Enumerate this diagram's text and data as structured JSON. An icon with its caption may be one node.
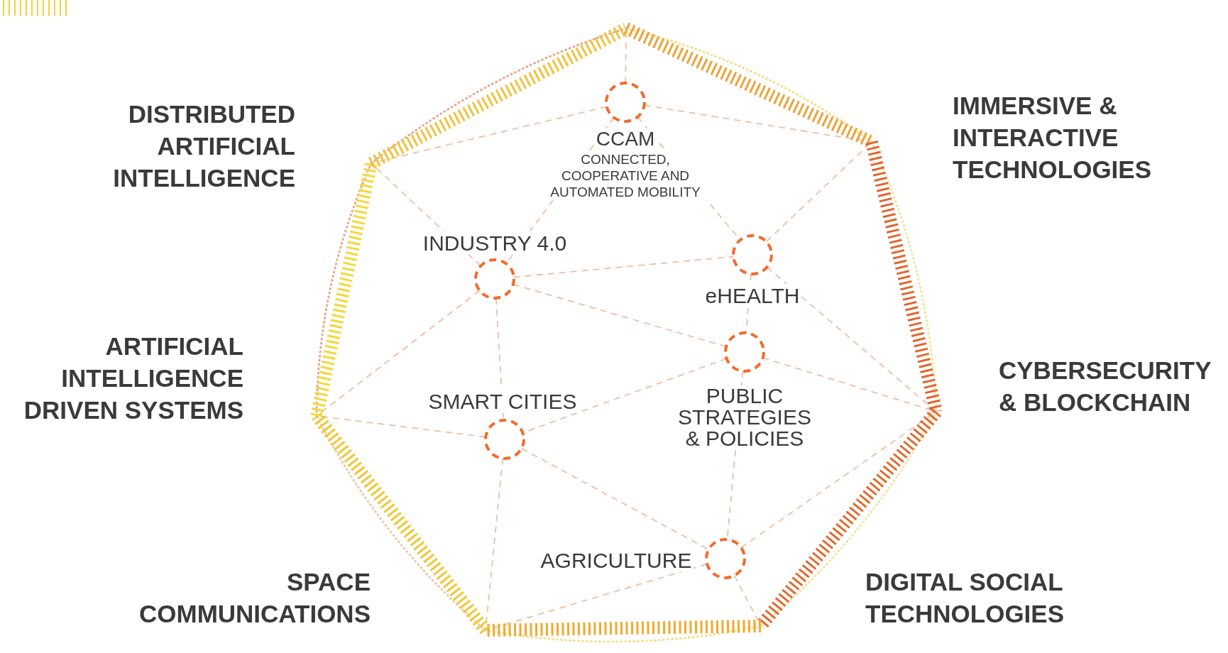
{
  "diagram": {
    "nodes": [
      {
        "text": [],
        "shape": "heptagon"
      },
      {
        "text": [
          "CCAM",
          "CONNECTED, COOPERATIVE AND AUTOMATED MOBILITY"
        ],
        "in": 0
      },
      {
        "text": [
          "INDUSTRY 4.0"
        ],
        "in": 0
      },
      {
        "text": [
          "eHEALTH"
        ],
        "in": 0
      },
      {
        "text": [
          "PUBLIC STRATEGIES & POLICIES"
        ],
        "in": 0
      },
      {
        "text": [
          "SMART CITIES"
        ],
        "in": 0
      },
      {
        "text": [
          "AGRICULTURE"
        ],
        "in": 0
      }
    ],
    "edges": [
      {
        "from": 1,
        "to": 0,
        "arrow": "none",
        "style": "dashed"
      },
      {
        "from": 1,
        "to": 0,
        "arrow": "none",
        "style": "dashed"
      },
      {
        "from": 1,
        "to": 0,
        "arrow": "none",
        "style": "dashed"
      },
      {
        "from": 1,
        "to": 2,
        "arrow": "none",
        "style": "dashed"
      },
      {
        "from": 1,
        "to": 3,
        "arrow": "none",
        "style": "dashed"
      },
      {
        "from": 2,
        "to": 0,
        "arrow": "none",
        "style": "dashed"
      },
      {
        "from": 2,
        "to": 3,
        "arrow": "none",
        "style": "dashed"
      },
      {
        "from": 2,
        "to": 0,
        "arrow": "none",
        "style": "dashed"
      },
      {
        "from": 2,
        "to": 5,
        "arrow": "none",
        "style": "dashed"
      },
      {
        "from": 2,
        "to": 4,
        "arrow": "none",
        "style": "dashed"
      },
      {
        "from": 3,
        "to": 0,
        "arrow": "none",
        "style": "dashed"
      },
      {
        "from": 3,
        "to": 0,
        "arrow": "none",
        "style": "dashed"
      },
      {
        "from": 3,
        "to": 4,
        "arrow": "none",
        "style": "dashed"
      },
      {
        "from": 4,
        "to": 0,
        "arrow": "none",
        "style": "dashed"
      },
      {
        "from": 4,
        "to": 5,
        "arrow": "none",
        "style": "dashed"
      },
      {
        "from": 4,
        "to": 6,
        "arrow": "none",
        "style": "dashed"
      },
      {
        "from": 5,
        "to": 0,
        "arrow": "none",
        "style": "dashed"
      },
      {
        "from": 5,
        "to": 0,
        "arrow": "none",
        "style": "dashed"
      },
      {
        "from": 5,
        "to": 6,
        "arrow": "none",
        "style": "dashed"
      },
      {
        "from": 6,
        "to": 0,
        "arrow": "none",
        "style": "dashed"
      },
      {
        "from": 6,
        "to": 0,
        "arrow": "none",
        "style": "dashed"
      },
      {
        "from": 6,
        "to": 0,
        "arrow": "none",
        "style": "dashed"
      }
    ],
    "labels": [
      "DISTRIBUTED ARTIFICIAL INTELLIGENCE",
      "IMMERSIVE & INTERACTIVE TECHNOLOGIES",
      "ARTIFICIAL INTELLIGENCE DRIVEN SYSTEMS",
      "CYBERSECURITY & BLOCKCHAIN",
      "SPACE COMMUNICATIONS",
      "DIGITAL SOCIAL TECHNOLOGIES"
    ]
  }
}
